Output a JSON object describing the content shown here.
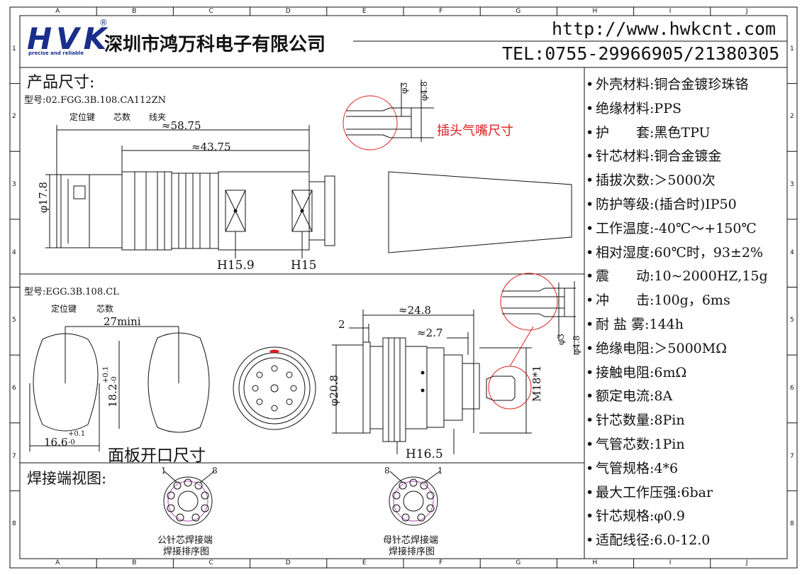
{
  "grid": {
    "columns": [
      "A",
      "B",
      "C",
      "D",
      "E",
      "F",
      "G",
      "H",
      "I",
      "J"
    ],
    "rows": [
      "1",
      "2",
      "3",
      "4",
      "5",
      "6",
      "7",
      "8"
    ]
  },
  "header": {
    "logo_text": "HVK",
    "logo_sub": "precise and reliable",
    "registered_mark": "®",
    "company_name": "深圳市鸿万科电子有限公司",
    "website": "http://www.hwkcnt.com",
    "tel": "TEL:0755-29966905/21380305"
  },
  "product_section": {
    "title": "产品尺寸:",
    "model_prefix": "型号:",
    "model_code": "02.FGG.3B.108.CA112ZN",
    "callout_positioning_key": "定位键",
    "callout_core_count": "芯数",
    "callout_cable_clamp": "线夹",
    "dim_overall_length": "≈58.75",
    "dim_body_length": "≈43.75",
    "dim_diameter": "φ17.8",
    "dim_hex1": "H15.9",
    "dim_hex2": "H15",
    "nozzle_dim_inner": "φ3",
    "nozzle_dim_outer": "φ4.8",
    "nozzle_label": "插头气嘴尺寸"
  },
  "socket_section": {
    "model_prefix": "型号:",
    "model_code": "EGG.3B.108.CL",
    "callout_positioning_key": "定位键",
    "callout_core_count": "芯数",
    "dim_spacing": "27mini",
    "dim_height": "18.2",
    "dim_height_tol_plus": "+0.1",
    "dim_height_tol_minus": "-0",
    "dim_width": "16.6",
    "dim_width_tol_plus": "+0.1",
    "dim_width_tol_minus": "-0",
    "panel_cutout_label": "面板开口尺寸",
    "dim_total_length": "≈24.8",
    "dim_flange": "2",
    "dim_thread_len": "≈2.7",
    "dim_flange_dia": "φ20.8",
    "dim_thread": "M18*1",
    "dim_hex": "H16.5",
    "nozzle_dim_inner": "φ3",
    "nozzle_dim_outer": "φ4.8"
  },
  "solder_section": {
    "title": "焊接端视图:",
    "male_pin_first": "1",
    "male_pin_last": "8",
    "male_caption_1": "公针芯焊接端",
    "male_caption_2": "焊接排序图",
    "female_pin_first": "8",
    "female_pin_last": "1",
    "female_caption_1": "母针芯焊接端",
    "female_caption_2": "焊接排序图"
  },
  "specs": [
    {
      "label": "外壳材料:",
      "value": "铜合金镀珍珠铬"
    },
    {
      "label": "绝缘材料:",
      "value": "PPS"
    },
    {
      "label": "护　　套:",
      "value": "黑色TPU"
    },
    {
      "label": "针芯材料:",
      "value": "铜合金镀金"
    },
    {
      "label": "插拔次数:",
      "value": "＞5000次"
    },
    {
      "label": "防护等级:",
      "value": "(插合时)IP50"
    },
    {
      "label": "工作温度:",
      "value": "-40℃～+150℃"
    },
    {
      "label": "相对湿度:",
      "value": "60℃时，93±2%"
    },
    {
      "label": "震　　动:",
      "value": "10~2000HZ,15g"
    },
    {
      "label": "冲　　击:",
      "value": "100g，6ms"
    },
    {
      "label": "耐 盐 雾:",
      "value": "144h"
    },
    {
      "label": "绝缘电阻:",
      "value": "＞5000MΩ"
    },
    {
      "label": "接触电阻:",
      "value": "6mΩ"
    },
    {
      "label": "额定电流:",
      "value": "8A"
    },
    {
      "label": "针芯数量:",
      "value": "8Pin"
    },
    {
      "label": "气管芯数:",
      "value": "1Pin"
    },
    {
      "label": "气管规格:",
      "value": "4*6"
    },
    {
      "label": "最大工作压强:",
      "value": "6bar"
    },
    {
      "label": "针芯规格:",
      "value": "φ0.9"
    },
    {
      "label": "适配线径:",
      "value": "6.0-12.0"
    }
  ],
  "colors": {
    "logo_blue": "#1a2e8c",
    "callout_red": "#e11d1d",
    "pin_circle_purple": "#b04fb0",
    "line_black": "#111111"
  }
}
